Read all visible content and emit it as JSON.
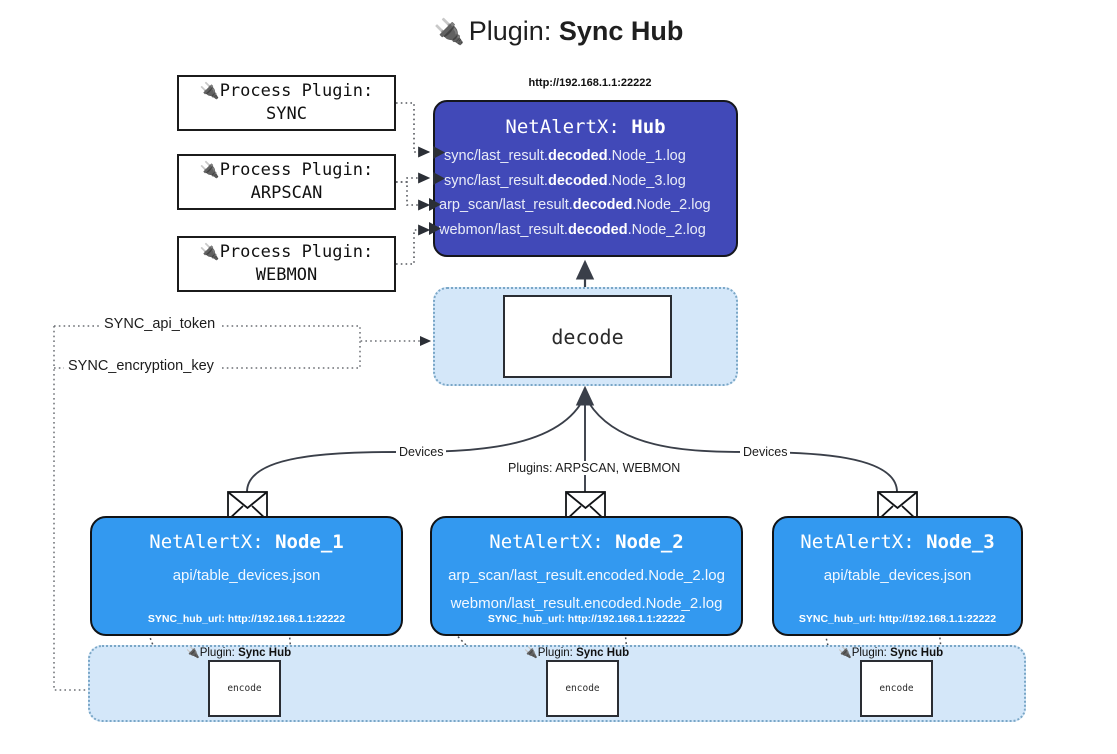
{
  "title": {
    "icon": "plug-icon",
    "prefix": "Plugin:",
    "name": "Sync Hub"
  },
  "hub": {
    "url": "http://192.168.1.1:22222",
    "label_prefix": "NetAlertX:",
    "label_name": "Hub",
    "log_lines": [
      {
        "pre": "sync/last_result.",
        "bold": "decoded",
        "post": ".Node_1.log"
      },
      {
        "pre": "sync/last_result.",
        "bold": "decoded",
        "post": ".Node_3.log"
      },
      {
        "pre": "arp_scan/last_result.",
        "bold": "decoded",
        "post": ".Node_2.log"
      },
      {
        "pre": "webmon/last_result.",
        "bold": "decoded",
        "post": ".Node_2.log"
      }
    ]
  },
  "process_plugins": [
    {
      "icon": "plug-icon",
      "line1": "Process Plugin:",
      "line2": "SYNC"
    },
    {
      "icon": "plug-icon",
      "line1": "Process Plugin:",
      "line2": "ARPSCAN"
    },
    {
      "icon": "plug-icon",
      "line1": "Process Plugin:",
      "line2": "WEBMON"
    }
  ],
  "decode": {
    "label": "decode"
  },
  "keys": {
    "api_token": "SYNC_api_token",
    "encryption_key": "SYNC_encryption_key"
  },
  "edges": {
    "devices_left": "Devices",
    "devices_right": "Devices",
    "plugins_center": "Plugins: ARPSCAN, WEBMON"
  },
  "nodes": [
    {
      "label_prefix": "NetAlertX:",
      "label_name": "Node_1",
      "lines": [
        "api/table_devices.json"
      ],
      "footer": "SYNC_hub_url: http://192.168.1.1:22222",
      "mail_icon": "envelope-icon"
    },
    {
      "label_prefix": "NetAlertX:",
      "label_name": "Node_2",
      "lines": [
        "arp_scan/last_result.encoded.Node_2.log",
        "webmon/last_result.encoded.Node_2.log"
      ],
      "footer": "SYNC_hub_url: http://192.168.1.1:22222",
      "mail_icon": "envelope-icon"
    },
    {
      "label_prefix": "NetAlertX:",
      "label_name": "Node_3",
      "lines": [
        "api/table_devices.json"
      ],
      "footer": "SYNC_hub_url: http://192.168.1.1:22222",
      "mail_icon": "envelope-icon"
    }
  ],
  "encoders": [
    {
      "caption_prefix": "Plugin:",
      "caption_name": "Sync Hub",
      "label": "encode",
      "icon": "plug-icon"
    },
    {
      "caption_prefix": "Plugin:",
      "caption_name": "Sync Hub",
      "label": "encode",
      "icon": "plug-icon"
    },
    {
      "caption_prefix": "Plugin:",
      "caption_name": "Sync Hub",
      "label": "encode",
      "icon": "plug-icon"
    }
  ],
  "colors": {
    "hub_fill": "#4149b8",
    "node_fill": "#3399f0",
    "container_fill": "#d4e7f9",
    "stroke": "#1b1b1b"
  }
}
